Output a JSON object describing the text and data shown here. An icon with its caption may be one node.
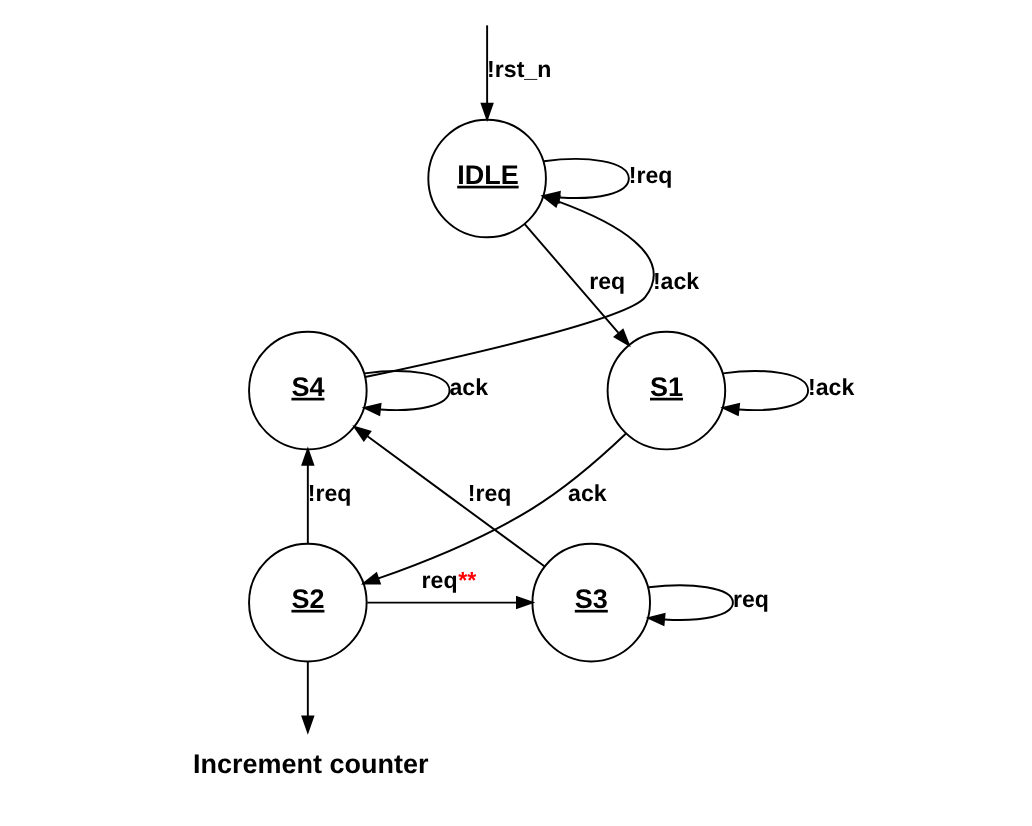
{
  "diagram": {
    "nodes": [
      {
        "text": [
          "IDLE"
        ]
      },
      {
        "text": [
          "S1"
        ]
      },
      {
        "text": [
          "S2"
        ]
      },
      {
        "text": [
          "S3"
        ]
      },
      {
        "text": [
          "S4"
        ]
      },
      {
        "text": [
          "Increment counter"
        ]
      }
    ],
    "edges": [
      {
        "from": 0,
        "to": 0,
        "arrow": "to",
        "label": "!req"
      },
      {
        "from": null,
        "to": 0,
        "arrow": "to",
        "label": "!rst_n"
      },
      {
        "from": 0,
        "to": 1,
        "arrow": "to",
        "label": "req"
      },
      {
        "from": 1,
        "to": 1,
        "arrow": "to",
        "label": "!ack"
      },
      {
        "from": 1,
        "to": 2,
        "arrow": "to",
        "label": "ack"
      },
      {
        "from": 2,
        "to": 4,
        "arrow": "to",
        "label": "!req"
      },
      {
        "from": 2,
        "to": 3,
        "arrow": "to",
        "label": "req**"
      },
      {
        "from": 3,
        "to": 3,
        "arrow": "to",
        "label": "req"
      },
      {
        "from": 3,
        "to": 4,
        "arrow": "to",
        "label": "!req"
      },
      {
        "from": 4,
        "to": 4,
        "arrow": "to",
        "label": "ack"
      },
      {
        "from": 4,
        "to": 0,
        "arrow": "to",
        "label": "!ack"
      },
      {
        "from": 2,
        "to": 5,
        "arrow": "to"
      }
    ]
  }
}
